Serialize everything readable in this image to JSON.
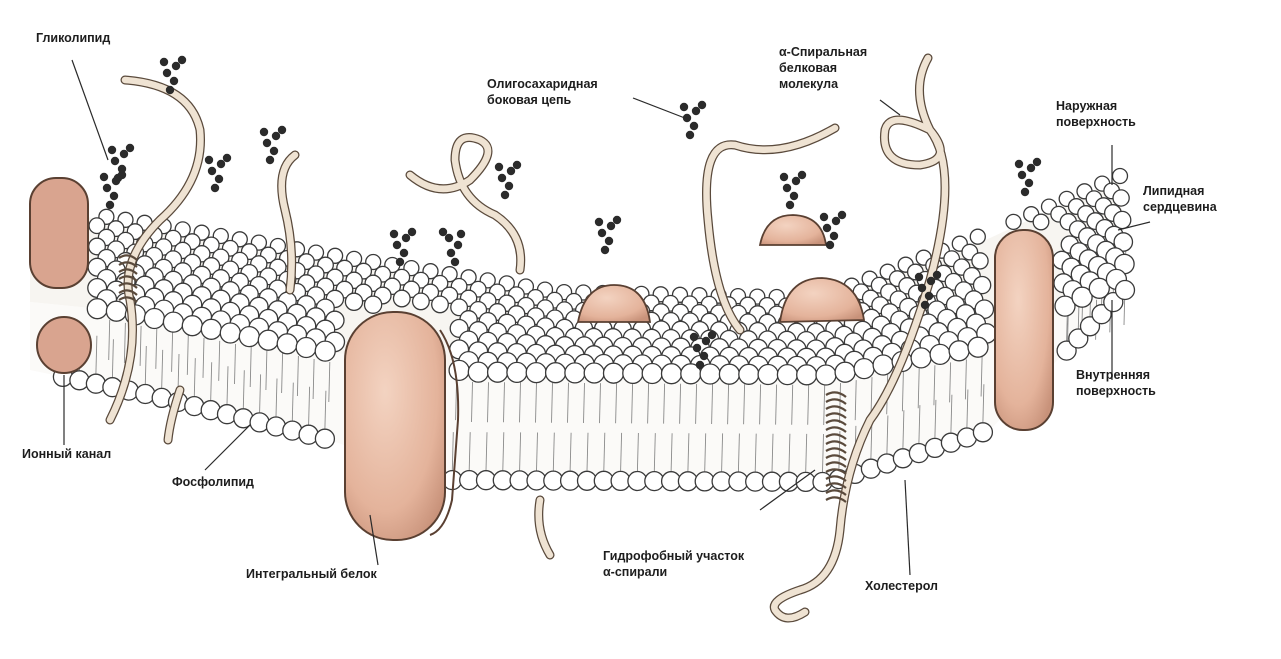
{
  "labels": {
    "glycolipid": "Гликолипид",
    "oligosaccharide": [
      "Олигосахаридная",
      "боковая цепь"
    ],
    "alpha_helix_protein": [
      "α-Спиральная",
      "белковая",
      "молекула"
    ],
    "outer_surface": [
      "Наружная",
      "поверхность"
    ],
    "lipid_core": [
      "Липидная",
      "сердцевина"
    ],
    "inner_surface": [
      "Внутренняя",
      "поверхность"
    ],
    "ion_channel": "Ионный канал",
    "phospholipid": "Фосфолипид",
    "integral_protein": "Интегральный белок",
    "hydrophobic_segment": [
      "Гидрофобный участок",
      "α-спирали"
    ],
    "cholesterol": "Холестерол"
  },
  "colors": {
    "background": "#ffffff",
    "membrane": "#f6f3ee",
    "head_fill": "#ffffff",
    "outline": "#3a3a3a",
    "protein": "#e7b9a1",
    "protein_shadow": "#b98b76",
    "sugar": "#2b2b2b",
    "text": "#1d1d1d"
  }
}
